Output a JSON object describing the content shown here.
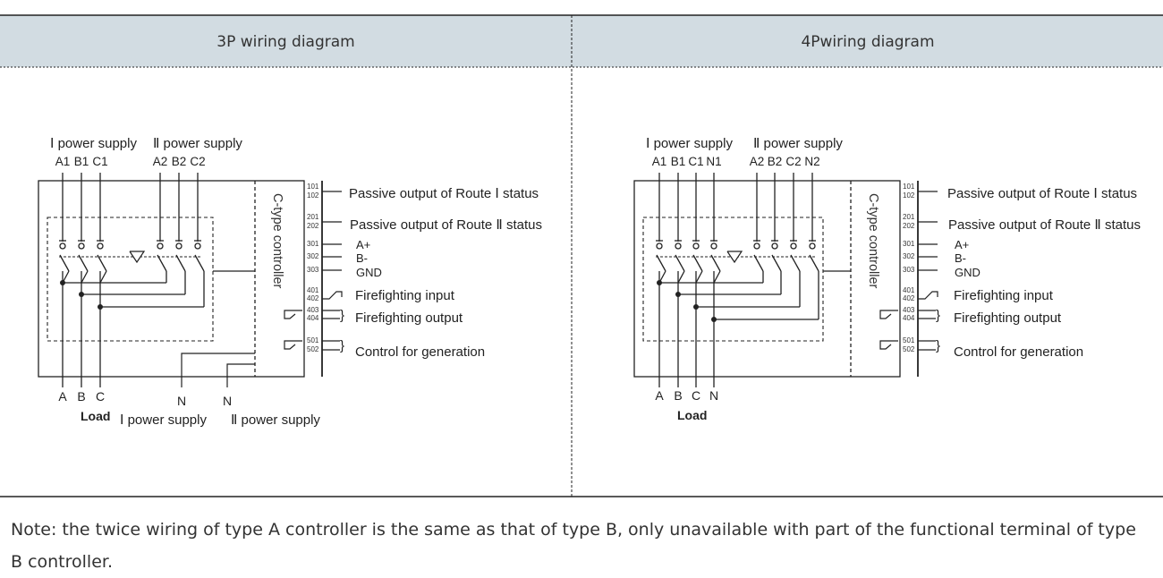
{
  "colors": {
    "header_bg": "#d2dce2",
    "line": "#222222",
    "text": "#333333"
  },
  "headers": {
    "p3": "3P wiring diagram",
    "p4": "4Pwiring diagram"
  },
  "p3": {
    "supply_top": [
      "Ⅰ power supply",
      "Ⅱ power supply"
    ],
    "phases_1": [
      "A1",
      "B1",
      "C1"
    ],
    "phases_2": [
      "A2",
      "B2",
      "C2"
    ],
    "load_phases": [
      "A",
      "B",
      "C"
    ],
    "neutral_1": "N",
    "neutral_2": "N",
    "load_label": "Load",
    "supply_bottom_1": "Ⅰ power supply",
    "supply_bottom_2": "Ⅱ power supply"
  },
  "p4": {
    "supply_top": [
      "Ⅰ power supply",
      "Ⅱ power supply"
    ],
    "phases_1": [
      "A1",
      "B1",
      "C1",
      "N1"
    ],
    "phases_2": [
      "A2",
      "B2",
      "C2",
      "N2"
    ],
    "load_phases": [
      "A",
      "B",
      "C",
      "N"
    ],
    "load_label": "Load"
  },
  "controller_label": "C-type controller",
  "terminals": [
    "101",
    "102",
    "201",
    "202",
    "301",
    "302",
    "303",
    "401",
    "402",
    "403",
    "404",
    "501",
    "502"
  ],
  "outputs": {
    "route1": "Passive output of Route Ⅰ status",
    "route2": "Passive output of Route Ⅱ status",
    "a": "A+",
    "b": "B-",
    "gnd": "GND",
    "fire_in": "Firefighting input",
    "fire_out": "Firefighting output",
    "gen": "Control  for generation"
  },
  "note": "Note: the twice wiring of type A controller is the same as that of type B, only unavailable with part of the functional terminal of type B controller."
}
